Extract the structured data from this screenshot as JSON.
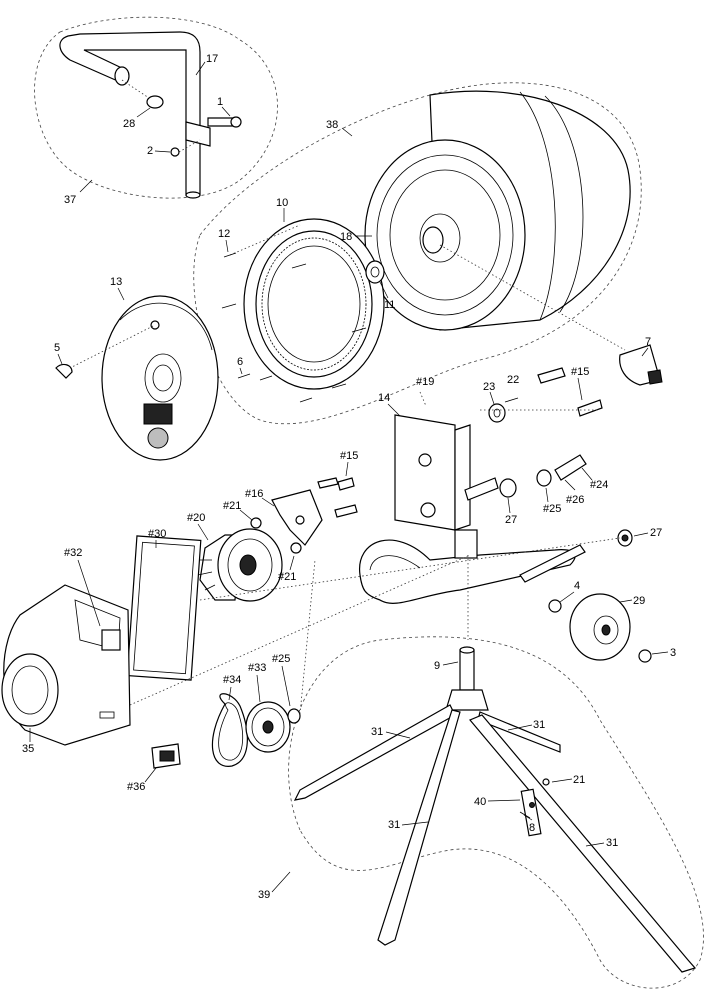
{
  "diagram": {
    "callouts": [
      {
        "id": "37",
        "text": "37"
      },
      {
        "id": "17",
        "text": "17"
      },
      {
        "id": "1",
        "text": "1"
      },
      {
        "id": "28",
        "text": "28"
      },
      {
        "id": "2",
        "text": "2"
      },
      {
        "id": "38",
        "text": "38"
      },
      {
        "id": "10",
        "text": "10"
      },
      {
        "id": "12",
        "text": "12"
      },
      {
        "id": "18",
        "text": "18"
      },
      {
        "id": "11",
        "text": "11"
      },
      {
        "id": "13",
        "text": "13"
      },
      {
        "id": "5",
        "text": "5"
      },
      {
        "id": "6",
        "text": "6"
      },
      {
        "id": "7",
        "text": "7"
      },
      {
        "id": "19",
        "text": "#19"
      },
      {
        "id": "23",
        "text": "23"
      },
      {
        "id": "22",
        "text": "22"
      },
      {
        "id": "15a",
        "text": "#15"
      },
      {
        "id": "14",
        "text": "14"
      },
      {
        "id": "15b",
        "text": "#15"
      },
      {
        "id": "24",
        "text": "#24"
      },
      {
        "id": "26",
        "text": "#26"
      },
      {
        "id": "25a",
        "text": "#25"
      },
      {
        "id": "16",
        "text": "#16"
      },
      {
        "id": "21a",
        "text": "#21"
      },
      {
        "id": "20",
        "text": "#20"
      },
      {
        "id": "30",
        "text": "#30"
      },
      {
        "id": "27a",
        "text": "27"
      },
      {
        "id": "27b",
        "text": "27"
      },
      {
        "id": "21b",
        "text": "#21"
      },
      {
        "id": "32",
        "text": "#32"
      },
      {
        "id": "4",
        "text": "4"
      },
      {
        "id": "29",
        "text": "29"
      },
      {
        "id": "3",
        "text": "3"
      },
      {
        "id": "9",
        "text": "9"
      },
      {
        "id": "34",
        "text": "#34"
      },
      {
        "id": "33",
        "text": "#33"
      },
      {
        "id": "25b",
        "text": "#25"
      },
      {
        "id": "35",
        "text": "35"
      },
      {
        "id": "31a",
        "text": "31"
      },
      {
        "id": "31b",
        "text": "31"
      },
      {
        "id": "36",
        "text": "#36"
      },
      {
        "id": "21c",
        "text": "21"
      },
      {
        "id": "40",
        "text": "40"
      },
      {
        "id": "8",
        "text": "8"
      },
      {
        "id": "31c",
        "text": "31"
      },
      {
        "id": "31d",
        "text": "31"
      },
      {
        "id": "39",
        "text": "39"
      }
    ]
  }
}
